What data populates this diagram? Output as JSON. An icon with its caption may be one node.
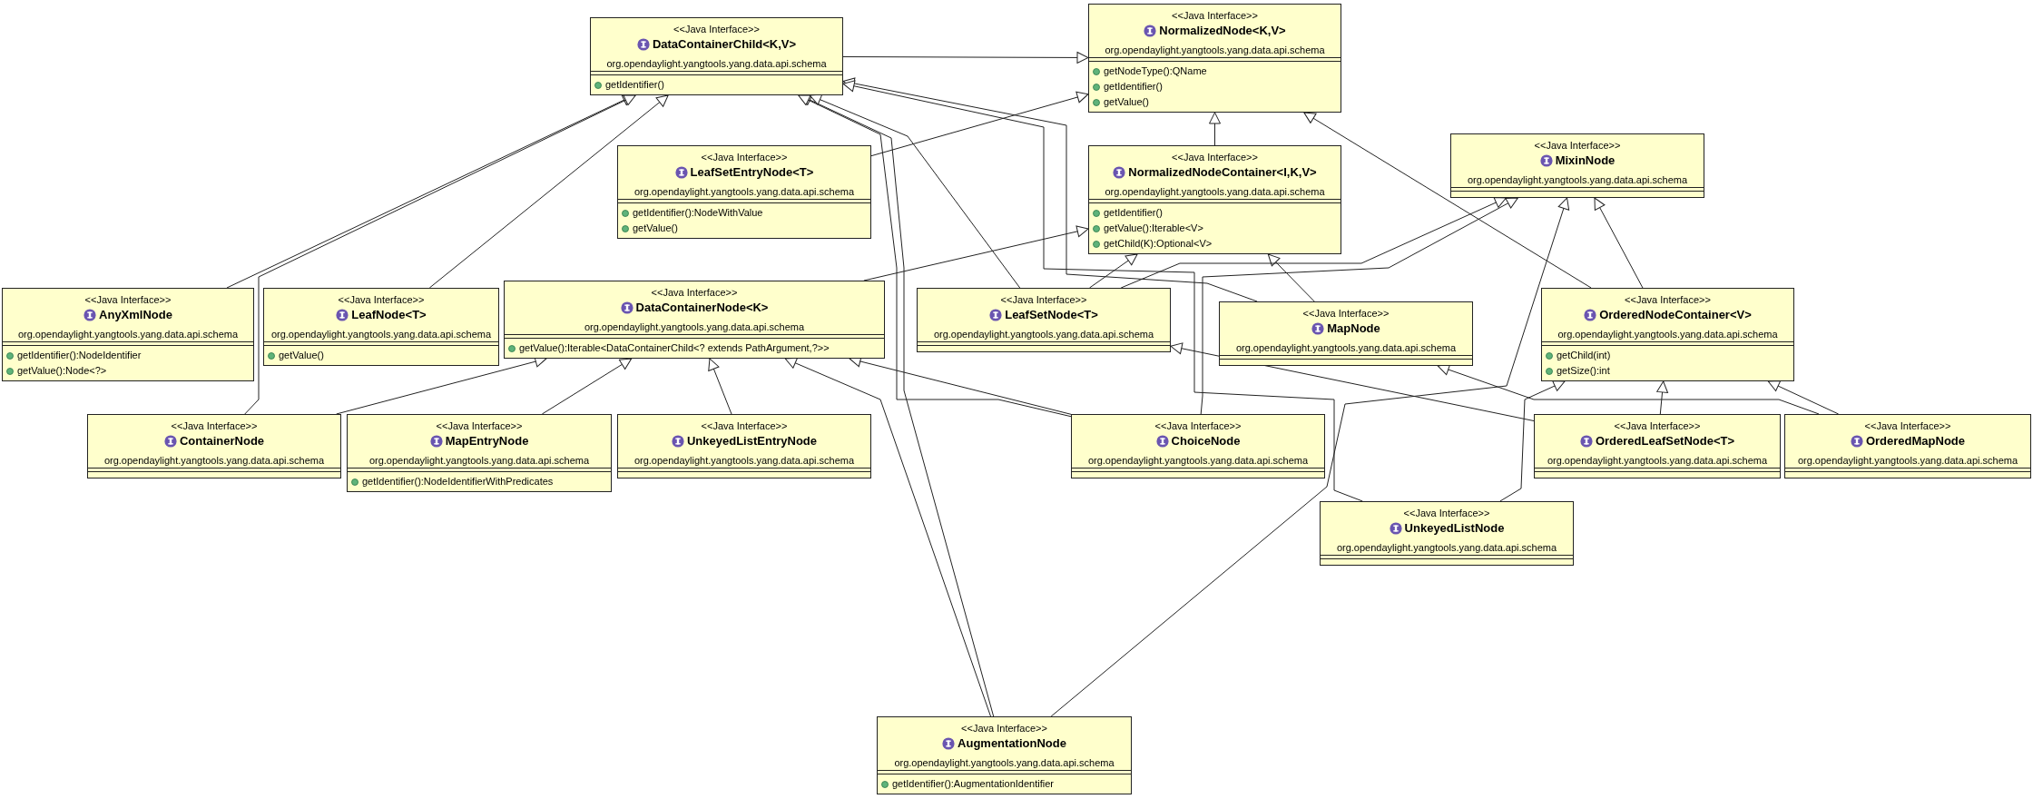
{
  "diagram": {
    "nodes": [
      {
        "text": [
          "<<Java Interface>>",
          "DataContainerChild<K,V>",
          "org.opendaylight.yangtools.yang.data.api.schema",
          "getIdentifier()"
        ]
      },
      {
        "text": [
          "<<Java Interface>>",
          "NormalizedNode<K,V>",
          "org.opendaylight.yangtools.yang.data.api.schema",
          "getNodeType():QName",
          "getIdentifier()",
          "getValue()"
        ]
      },
      {
        "text": [
          "<<Java Interface>>",
          "LeafSetEntryNode<T>",
          "org.opendaylight.yangtools.yang.data.api.schema",
          "getIdentifier():NodeWithValue",
          "getValue()"
        ]
      },
      {
        "text": [
          "<<Java Interface>>",
          "NormalizedNodeContainer<I,K,V>",
          "org.opendaylight.yangtools.yang.data.api.schema",
          "getIdentifier()",
          "getValue():Iterable<V>",
          "getChild(K):Optional<V>"
        ]
      },
      {
        "text": [
          "<<Java Interface>>",
          "MixinNode",
          "org.opendaylight.yangtools.yang.data.api.schema"
        ]
      },
      {
        "text": [
          "<<Java Interface>>",
          "AnyXmlNode",
          "org.opendaylight.yangtools.yang.data.api.schema",
          "getIdentifier():NodeIdentifier",
          "getValue():Node<?>"
        ]
      },
      {
        "text": [
          "<<Java Interface>>",
          "LeafNode<T>",
          "org.opendaylight.yangtools.yang.data.api.schema",
          "getValue()"
        ]
      },
      {
        "text": [
          "<<Java Interface>>",
          "DataContainerNode<K>",
          "org.opendaylight.yangtools.yang.data.api.schema",
          "getValue():Iterable<DataContainerChild<? extends PathArgument,?>>"
        ]
      },
      {
        "text": [
          "<<Java Interface>>",
          "LeafSetNode<T>",
          "org.opendaylight.yangtools.yang.data.api.schema"
        ]
      },
      {
        "text": [
          "<<Java Interface>>",
          "MapNode",
          "org.opendaylight.yangtools.yang.data.api.schema"
        ]
      },
      {
        "text": [
          "<<Java Interface>>",
          "OrderedNodeContainer<V>",
          "org.opendaylight.yangtools.yang.data.api.schema",
          "getChild(int)",
          "getSize():int"
        ]
      },
      {
        "text": [
          "<<Java Interface>>",
          "ContainerNode",
          "org.opendaylight.yangtools.yang.data.api.schema"
        ]
      },
      {
        "text": [
          "<<Java Interface>>",
          "MapEntryNode",
          "org.opendaylight.yangtools.yang.data.api.schema",
          "getIdentifier():NodeIdentifierWithPredicates"
        ]
      },
      {
        "text": [
          "<<Java Interface>>",
          "UnkeyedListEntryNode",
          "org.opendaylight.yangtools.yang.data.api.schema"
        ]
      },
      {
        "text": [
          "<<Java Interface>>",
          "ChoiceNode",
          "org.opendaylight.yangtools.yang.data.api.schema"
        ]
      },
      {
        "text": [
          "<<Java Interface>>",
          "OrderedLeafSetNode<T>",
          "org.opendaylight.yangtools.yang.data.api.schema"
        ]
      },
      {
        "text": [
          "<<Java Interface>>",
          "OrderedMapNode",
          "org.opendaylight.yangtools.yang.data.api.schema"
        ]
      },
      {
        "text": [
          "<<Java Interface>>",
          "UnkeyedListNode",
          "org.opendaylight.yangtools.yang.data.api.schema"
        ]
      },
      {
        "text": [
          "<<Java Interface>>",
          "AugmentationNode",
          "org.opendaylight.yangtools.yang.data.api.schema",
          "getIdentifier():AugmentationIdentifier"
        ]
      }
    ],
    "edges": [
      {
        "from": 0,
        "to": 1,
        "arrow": "to"
      },
      {
        "from": 2,
        "to": 1,
        "arrow": "to"
      },
      {
        "from": 3,
        "to": 1,
        "arrow": "to"
      },
      {
        "from": 10,
        "to": 1,
        "arrow": "to"
      },
      {
        "from": 5,
        "to": 0,
        "arrow": "to"
      },
      {
        "from": 11,
        "to": 0,
        "arrow": "to"
      },
      {
        "from": 6,
        "to": 0,
        "arrow": "to"
      },
      {
        "from": 18,
        "to": 0,
        "arrow": "to"
      },
      {
        "from": 14,
        "to": 0,
        "arrow": "to"
      },
      {
        "from": 8,
        "to": 0,
        "arrow": "to"
      },
      {
        "from": 9,
        "to": 0,
        "arrow": "to"
      },
      {
        "from": 17,
        "to": 0,
        "arrow": "to"
      },
      {
        "from": 7,
        "to": 3,
        "arrow": "to"
      },
      {
        "from": 8,
        "to": 3,
        "arrow": "to"
      },
      {
        "from": 9,
        "to": 3,
        "arrow": "to"
      },
      {
        "from": 8,
        "to": 4,
        "arrow": "to"
      },
      {
        "from": 14,
        "to": 4,
        "arrow": "to"
      },
      {
        "from": 18,
        "to": 4,
        "arrow": "to"
      },
      {
        "from": 10,
        "to": 4,
        "arrow": "to"
      },
      {
        "from": 11,
        "to": 7,
        "arrow": "to"
      },
      {
        "from": 12,
        "to": 7,
        "arrow": "to"
      },
      {
        "from": 13,
        "to": 7,
        "arrow": "to"
      },
      {
        "from": 18,
        "to": 7,
        "arrow": "to"
      },
      {
        "from": 14,
        "to": 7,
        "arrow": "to"
      },
      {
        "from": 15,
        "to": 8,
        "arrow": "to"
      },
      {
        "from": 15,
        "to": 10,
        "arrow": "to"
      },
      {
        "from": 16,
        "to": 10,
        "arrow": "to"
      },
      {
        "from": 16,
        "to": 9,
        "arrow": "to"
      },
      {
        "from": 17,
        "to": 10,
        "arrow": "to"
      }
    ]
  }
}
